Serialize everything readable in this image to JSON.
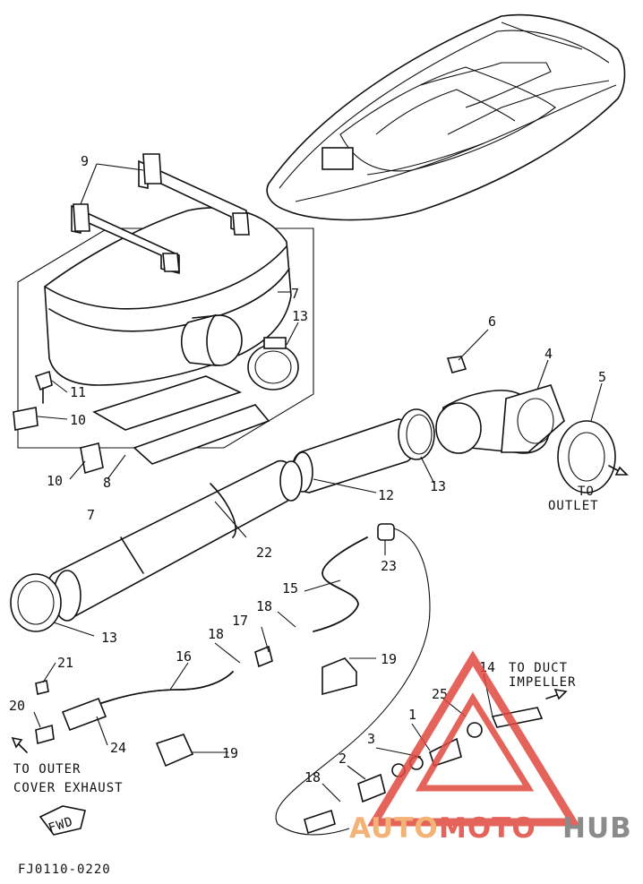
{
  "diagram": {
    "part_numbers": [
      "1",
      "2",
      "3",
      "4",
      "5",
      "6",
      "7",
      "8",
      "9",
      "10",
      "11",
      "12",
      "13",
      "14",
      "15",
      "16",
      "17",
      "18",
      "19",
      "20",
      "21",
      "22",
      "23",
      "24",
      "25"
    ],
    "notes": {
      "to_outlet_line1": "TO",
      "to_outlet_line2": "OUTLET",
      "to_duct_line1": "TO DUCT",
      "to_duct_line2": "IMPELLER",
      "to_outer_line1": "TO OUTER",
      "to_outer_line2": "COVER EXHAUST",
      "fwd": "FWD"
    },
    "drawing_code": "FJ0110-0220"
  },
  "watermark": {
    "part1": "AUTO",
    "part2": "MOTO",
    "part3": "HUB",
    "color_orange": "#f2a55f",
    "color_red": "#e0483f",
    "color_gray": "#777777"
  }
}
